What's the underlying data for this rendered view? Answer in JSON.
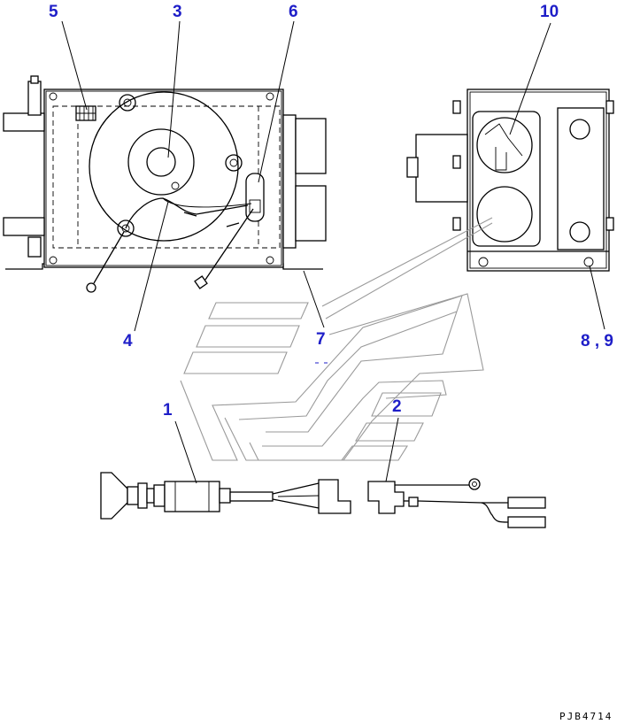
{
  "callouts": {
    "c1": "1",
    "c2": "2",
    "c3": "3",
    "c4": "4",
    "c5": "5",
    "c6": "6",
    "c7": "7",
    "c8_9": "8 , 9",
    "c10": "10"
  },
  "drawing_code": "PJB4714",
  "colors": {
    "callout": "#1e1ec8",
    "line": "#000000",
    "ghost": "#9a9a9a"
  }
}
